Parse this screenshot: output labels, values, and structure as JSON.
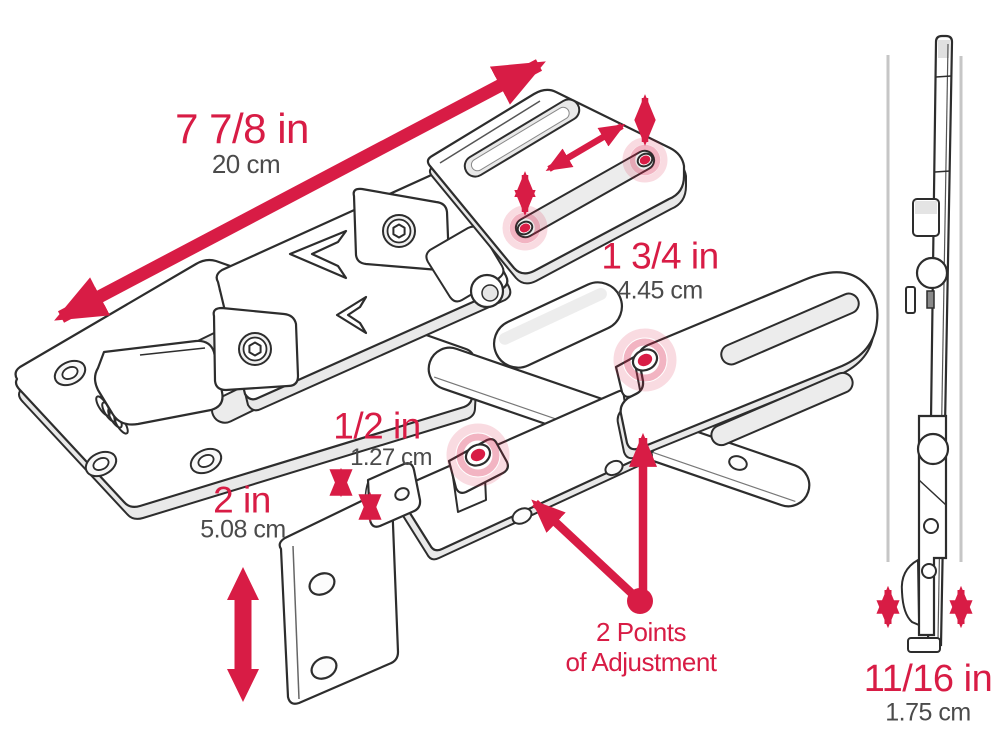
{
  "diagram": {
    "colors": {
      "accent": "#d81c45",
      "metric_gray": "#4b4b4b",
      "line_art": "#2d2d2d",
      "reference_line": "#c6c6c6",
      "ring_soft": "rgba(216,28,69,0.16)",
      "ring_mid": "rgba(216,28,69,0.33)"
    },
    "dimensions": {
      "length": {
        "imperial": "7 7/8 in",
        "metric": "20 cm"
      },
      "width": {
        "imperial": "1 3/4 in",
        "metric": "4.45 cm"
      },
      "offset": {
        "imperial": "1/2 in",
        "metric": "1.27 cm"
      },
      "height": {
        "imperial": "2 in",
        "metric": "5.08 cm"
      },
      "thickness": {
        "imperial": "11/16 in",
        "metric": "1.75 cm"
      }
    },
    "callout": {
      "line1": "2 Points",
      "line2": "of Adjustment"
    }
  }
}
